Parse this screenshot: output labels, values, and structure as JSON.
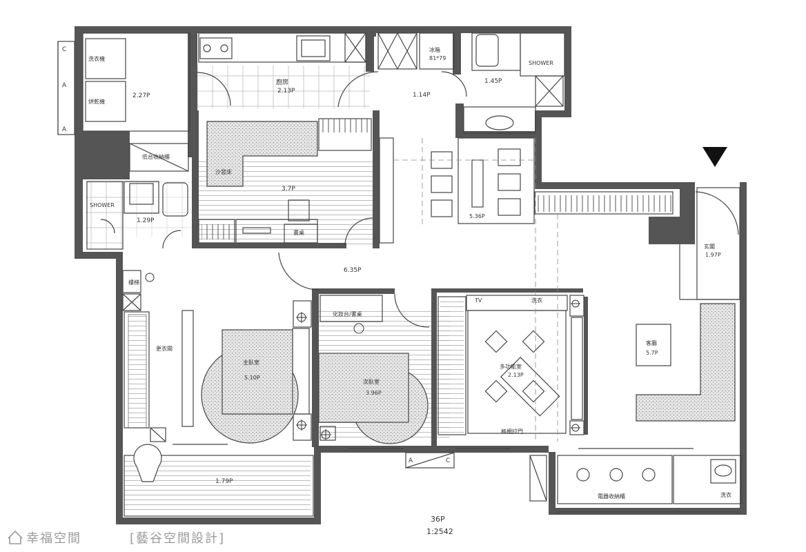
{
  "rooms": {
    "laundry": "2.27P",
    "kitchen_name": "廚房",
    "kitchen_area": "2.13P",
    "hall_top": "1.14P",
    "fridge": "冰箱",
    "fridge_area": "81*79",
    "bath_top": "1.45P",
    "shower_top": "SHOWER",
    "washer": "洗衣機",
    "dryer": "烘乾機",
    "cabinet_low": "低台收納櫃",
    "study": "3.7P",
    "sofa_bed": "沙發床",
    "desk": "書桌",
    "dining": "5.36P",
    "shower_left": "SHOWER",
    "bath_left": "1.29P",
    "corridor": "6.35P",
    "entrance": "玄關",
    "entrance_area": "1.97P",
    "wardrobe_room": "更衣間",
    "master_bed": "主臥室",
    "master_area": "5.10P",
    "makeup": "化妝台/書桌",
    "second_bed": "次臥室",
    "second_area": "3.96P",
    "tv": "TV",
    "guest_room": "多功能室",
    "guest_area": "2.13P",
    "living": "客廳",
    "living_area": "5.7P",
    "balcony": "1.79P",
    "bar_counter": "電器收納櫃",
    "laundry_tag": "洗衣",
    "stairs_label": "樓梯",
    "partition": "格柵拉門",
    "wash": "洗衣"
  },
  "footer": {
    "total": "36P",
    "scale": "1:2542",
    "watermark": "幸福空間",
    "designer": "[藝谷空間設計]"
  },
  "section_marks": {
    "a": "A",
    "c": "C"
  }
}
